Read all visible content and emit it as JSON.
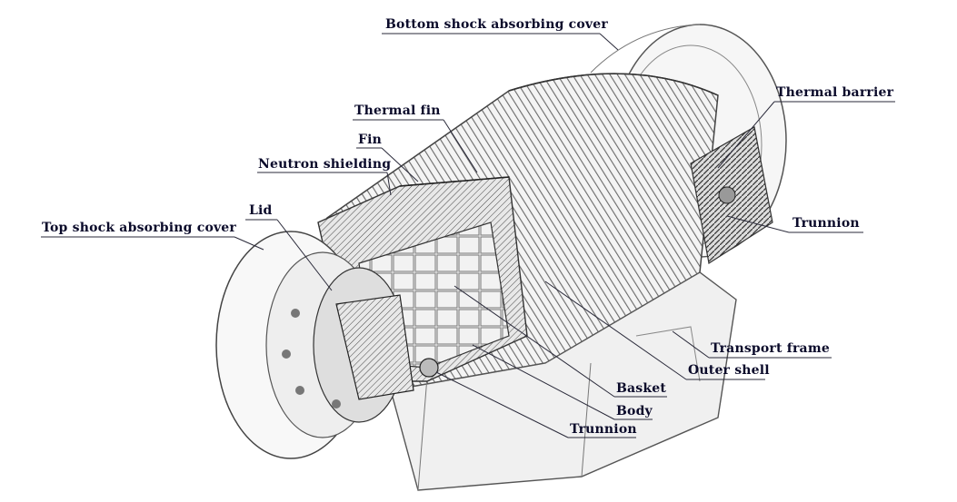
{
  "labels": {
    "bottom_cover": "Bottom shock absorbing cover",
    "thermal_barrier": "Thermal barrier",
    "thermal_fin": "Thermal fin",
    "fin": "Fin",
    "neutron_shielding": "Neutron shielding",
    "lid": "Lid",
    "top_cover": "Top shock absorbing cover",
    "trunnion_right": "Trunnion",
    "transport_frame": "Transport frame",
    "outer_shell": "Outer shell",
    "basket": "Basket",
    "body": "Body",
    "trunnion_bottom": "Trunnion"
  },
  "colors": {
    "text": "#0a0a2a",
    "leader": "#2a2a3a",
    "line": "#555555"
  }
}
